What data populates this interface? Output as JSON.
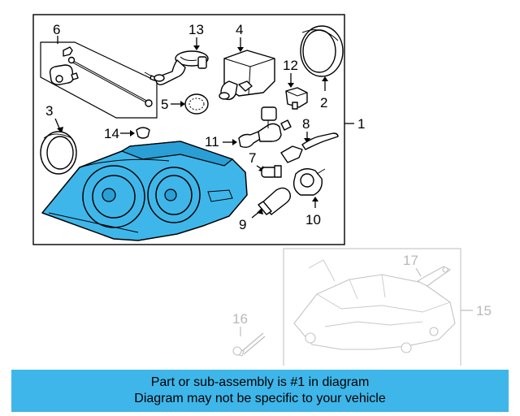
{
  "callouts": {
    "c1": "1",
    "c2": "2",
    "c3": "3",
    "c4": "4",
    "c5": "5",
    "c6": "6",
    "c7": "7",
    "c8": "8",
    "c9": "9",
    "c10": "10",
    "c11": "11",
    "c12": "12",
    "c13": "13",
    "c14": "14",
    "c15": "15",
    "c16": "16",
    "c17": "17"
  },
  "banner": {
    "line1": "Part or sub-assembly is #1 in diagram",
    "line2": "Diagram may not be specific to your vehicle"
  },
  "colors": {
    "highlight": "#3fb6e9",
    "banner": "#3fb6e9",
    "muted_part": "#c4c4c4"
  }
}
